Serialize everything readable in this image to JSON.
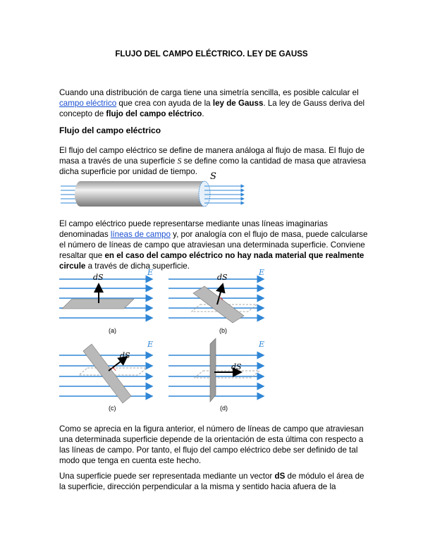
{
  "title": "FLUJO DEL CAMPO ELÉCTRICO. LEY DE GAUSS",
  "intro": {
    "t1": "Cuando una distribución de carga tiene una simetría sencilla, es posible calcular el",
    "link_campo": "campo eléctrico",
    "t2": " que crea con ayuda de la ",
    "b_ley": "ley de Gauss",
    "t3": ". La ley de Gauss deriva del",
    "t4": "concepto de ",
    "b_flujo": "flujo del campo eléctrico",
    "t5": "."
  },
  "section_heading": "Flujo del campo eléctrico",
  "para1": {
    "l1": "El flujo del campo eléctrico se define de manera análoga al flujo de masa. El flujo de",
    "l2a": "masa a través de una superficie ",
    "l2s": "S",
    "l2b": " se define como la cantidad de masa que atraviesa",
    "l3": "dicha superficie por unidad de tiempo."
  },
  "figure1": {
    "label": "S"
  },
  "para2": {
    "l1": "El campo eléctrico puede representarse mediante unas líneas imaginarias",
    "l2a": "denominadas ",
    "link_lineas": "líneas de campo",
    "l2b": " y, por analogía con el flujo de masa, puede calcularse",
    "l3": "el número de líneas de campo que atraviesan una determinada superficie. Conviene",
    "l4a": "resaltar que ",
    "l4b": "en el caso del campo eléctrico no hay nada material que realmente",
    "l5a": "circule",
    "l5b": " a través de dicha superficie."
  },
  "figure2": {
    "ds_label": "dS",
    "e_label": "E",
    "captions": [
      "(a)",
      "(b)",
      "(c)",
      "(d)"
    ]
  },
  "para3": {
    "l1": "Como se aprecia en la figura anterior, el número de líneas de campo que atraviesan",
    "l2": "una determinada superficie depende de la orientación de esta última con respecto a",
    "l3": "las líneas de campo. Por tanto, el flujo del campo eléctrico debe ser definido de tal",
    "l4": "modo que tenga en cuenta este hecho."
  },
  "para4": {
    "l1a": "Una superficie puede ser representada mediante un vector ",
    "l1b": "dS",
    "l1c": " de módulo el área de",
    "l2": "la superficie, dirección perpendicular a la misma y sentido hacia afuera de la"
  },
  "colors": {
    "field_line": "#2f86d6",
    "link": "#1a4fd0",
    "plate": "#b9b9b9"
  }
}
